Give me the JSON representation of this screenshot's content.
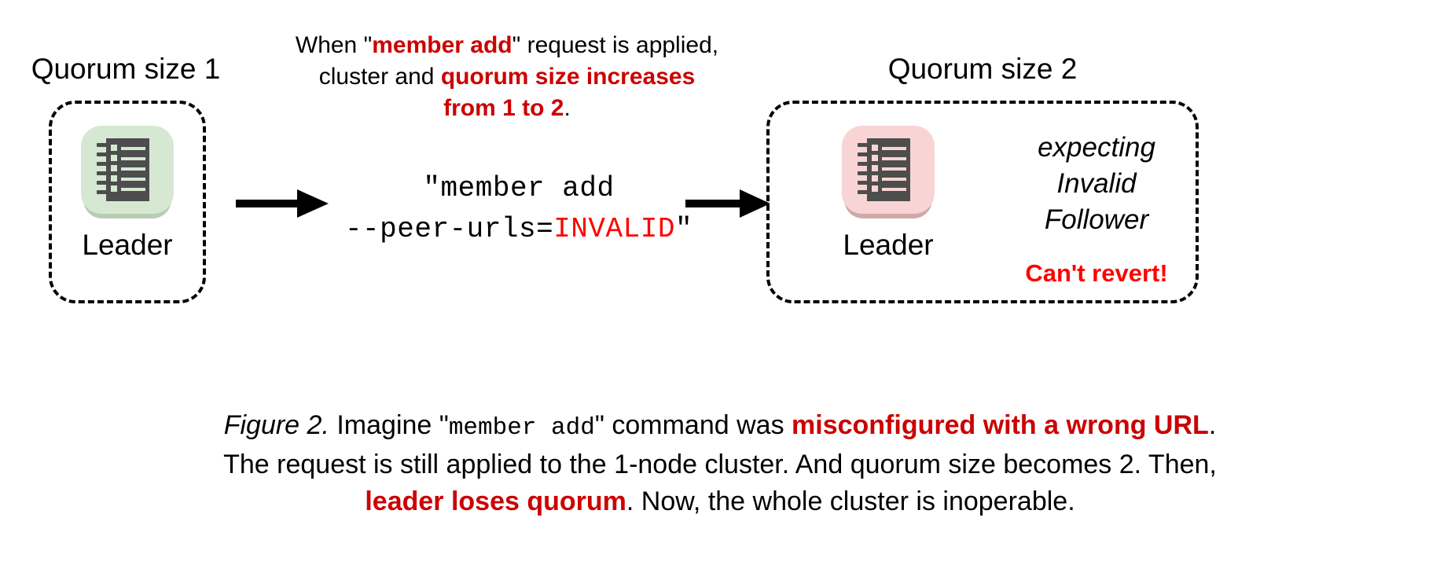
{
  "figure": {
    "background_color": "#ffffff",
    "accent_red_dark": "#cc0000",
    "accent_red_bright": "#ff0000",
    "leader_ok_tile": "#d6e8d2",
    "leader_bad_tile": "#f8d4d4"
  },
  "left_node": {
    "title": "Quorum size 1",
    "label": "Leader",
    "icon": "ledger-icon",
    "tile_color": "#d6e8d2"
  },
  "right_node": {
    "title": "Quorum size 2",
    "label": "Leader",
    "icon": "ledger-icon",
    "tile_color": "#f8d4d4",
    "note_line1": "expecting",
    "note_line2": "Invalid",
    "note_line3": "Follower",
    "warning": "Can't revert!"
  },
  "top_note": {
    "line1_a": "When \"",
    "line1_b": "member add",
    "line1_c": "\" request is applied,",
    "line2_a": "cluster and ",
    "line2_b": "quorum size increases",
    "line3_b": "from 1 to 2",
    "line3_c": "."
  },
  "command": {
    "line1": "\"member add",
    "line2_a": "--peer-urls=",
    "line2_b": "INVALID",
    "line2_c": "\""
  },
  "caption": {
    "figure_label": "Figure 2.",
    "l1_a": " Imagine \"",
    "l1_mono": "member add",
    "l1_b": "\" command was ",
    "l1_red": "misconfigured with a wrong URL",
    "l1_c": ".",
    "l2": "The request is still applied to the 1-node cluster. And quorum size becomes 2. Then,",
    "l3_red": "leader loses quorum",
    "l3_b": ". Now, the whole cluster is inoperable."
  },
  "arrows": {
    "left_arrow": "arrow-right-icon",
    "right_arrow": "arrow-right-icon"
  }
}
